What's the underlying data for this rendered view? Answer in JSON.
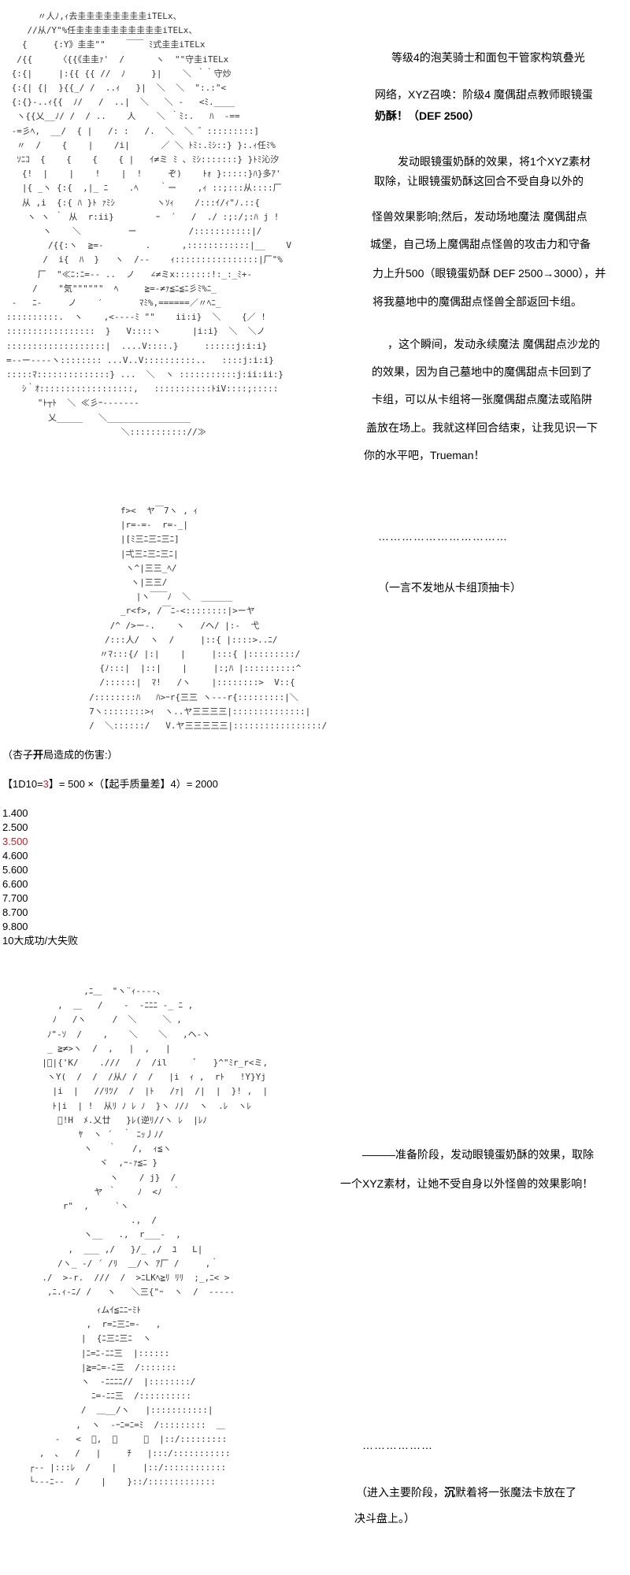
{
  "panel1": {
    "dialogue": [
      "等级4的泡芙骑士和面包干管家构筑叠光",
      "网络，XYZ召唤：阶级4 魔偶甜点教师眼镜蛋",
      "奶酥！（DEF 2500）",
      "发动眼镜蛋奶酥的效果，将1个XYZ素材",
      "取除，让眼镜蛋奶酥这回合不受自身以外的",
      "怪兽效果影响;然后，发动场地魔法 魔偶甜点",
      "城堡，自己场上魔偶甜点怪兽的攻击力和守备",
      "力上升500（眼镜蛋奶酥 DEF 2500→3000），并",
      "将我墓地中的魔偶甜点怪兽全部返回卡组。",
      "，这个瞬间，发动永续魔法 魔偶甜点沙龙的",
      "的效果，因为自己墓地中的魔偶甜点卡回到了",
      "卡组，可以从卡组将一张魔偶甜点魔法或陷阱",
      "盖放在场上。我就这样回合结束，让我见识一下",
      "你的水平吧，Trueman！"
    ],
    "art": [
      "      〃人ﾉ,ｨ去圭圭圭圭圭圭圭圭iTELx、",
      "    //从/Y\"%任圭圭圭圭圭圭圭圭圭圭iTELx、",
      "   {     {:Y》圭圭\"\"    ￣￣ ﾐ式圭圭iTELx",
      "  /{{     〈{{《圭圭ｧ'  /      ヽ  \"\"守圭iTELx",
      " {:{|     |:{{ {{ //  ﾉ     }|    ＼ ｀｀守炒",
      " {:{| {|  }{{_/ /  ..ｨ   }|  ＼  ＼  \":.:\"<",
      " {:{}-..ｨ{{  ﾉ/   /  ..|  ＼   ＼ ‐   <ﾐ.____",
      "  ヽ{{乂__ﾉ/ /  / ..    人    ＼ ｀ﾐ:.   ﾊ  -==",
      " -=彡ﾍ,  __/  { |   /: :   /.  ＼  ＼ ゛:::::::::]",
      "  〃  /    {    |    /i|      ／ ＼ ﾄﾐ:.ﾐｼ::} }:.ｨ任ﾐ%",
      "  ｿﾆｺ  {    {    {    { |   ｲ≠ミ ﾐ ､ ﾐｼ:::::::} }ﾄﾐ沁汐",
      "   {!  |    |    !    |  !     ぞ)    ﾄｫ }:::::}ﾊ}多ｱ'",
      "   |{ _ヽ {:{  ,|_ ﾆ    .ﾍ    ｀ー    ,ｨ ::;:::从::::厂",
      "   从 ,i  {:{ ﾊ }ﾄ ｧﾐｼ        ヽｿｨ    /:::ｲ/ｨ\"ﾉ.::{",
      "    ヽ ヽ ｀ 从  r:ii}        ｰ  ´   /  ./ :;:/;:ﾊ j !",
      "       ヽ    ＼         ー          /:::::::::::|/",
      "        /{{:ヽ  ≧=-        .      ,::::::::::::|__    V",
      "       /  i{  ﾊ  }   ヽ  /‐‐    ｨ::::::::::::::::|厂\"%",
      "      厂  \"≪ﾆ:ﾆ=‐- ..  ノ   ∠≠ミx:::::::!:_:_ﾐ+-",
      "     /    \"気\"\"\"\"\"\"  ﾍ     ≧=-≠ｧ≦ﾆ≦ﾆ彡ﾐ%ﾆ_",
      " -   ﾆ-     ノ    ′       ﾏﾐ%,======／〃ﾍﾆ_",
      "::::::::::.  ヽ    ,<----ﾐ \"\"    ii:i}  ＼    {／ !",
      ":::::::::::::::::  }   V::::ヽ      |i:i}  ＼  ＼ノ",
      ":::::::::::::::::::|  ....V::::.}     ::::::j:i:i}",
      "=--ー----ヽ:::::::: ...V..V::::::::::..   ::::j:i:i}",
      ":::::ﾏ::::::::::::::} ...  ＼  ヽ :::::::::::j:ii:ii:}",
      "   ｼ｀ｵ::::::::::::::::::,   :::::::::::ﾄiV::::;:::::",
      "      \"ﾄ┬ﾄ  ＼ ≪彡ｰ-------",
      "        乂_____   ＼________________",
      "                      ＼::::::::::://≫"
    ]
  },
  "panel2": {
    "ellipsis": "……………………………",
    "caption": "（一言不发地从卡组顶抽卡）",
    "art": [
      "           f><  ヤ￣7ヽ , ｨ",
      "           |r=-=-  r=-_|",
      "           |[ﾐ三ﾆ三ﾆ三ﾆ]",
      "           |弌三ﾆ三ﾆ三ﾆ|",
      "            ヽ^|三三_ﾍ/",
      "             ヽ|三三/",
      "              |ヽ￣￣ﾉ  ＼  ______",
      "           _r<f>, /￣ﾆ-<::::::::|>ーヤ",
      "         /^ />ー-.    ヽ   /ヘ/ |:-  弋",
      "        /:::人/  ヽ  /     |::{ |::::>..ﾆ/",
      "       〃ﾏ:::{/ |:|    |     |:::{ |:::::::::/",
      "       {ﾉ:::|  |::|    |     |:;ﾊ |::::::::::^",
      "       /::::::|  ﾏ!   /ヽ    |::::::::>  V::{",
      "     /::::::::ﾊ   ﾊ>ｰr{三三 ヽ---r{:::::::::|＼",
      "     7ヽ::::::::>ｨ  ヽ..ヤ三三三三|::::::::::::::|",
      "     /  ＼::::::/   V.ヤ三三三三三|:::::::::::::::::/"
    ]
  },
  "roll": {
    "title_pre": "（杏子",
    "title_bold": "开",
    "title_post": "局造成的伤害:）",
    "formula_pre": "【1D10=",
    "result": "3",
    "formula_post": "】= 500 ×（【起手质量差】4）= 2000",
    "table": [
      "1.400",
      "2.500",
      "3.500",
      "4.600",
      "5.600",
      "6.600",
      "7.700",
      "8.700",
      "9.800",
      "10大成功/大失败"
    ],
    "highlight_color": "#d0202a"
  },
  "panel3": {
    "dialogue": [
      "———准备阶段，发动眼镜蛋奶酥的效果，取除",
      "一个XYZ素材，让她不受自身以外怪兽的效果影响！"
    ],
    "art": [
      "          ,ﾆ＿  \"ヽ¨ｨ----、",
      "     ,  ＿   /    -  -ﾆﾆﾆ -_ ﾆ ,",
      "    ﾉ   /ヽ     /  ＼     ＼ ,",
      "   ﾉ\"-ｿ  /    ,    ＼    ＼   ,ヘ-ヽ",
      "   _ ≧≠>ヽ  /  ,   |  ,   |",
      "  |ﾞ|{'K/    .///   /  /il     ﾞ   }^\"ﾐr_r<ミ,",
      "   ヽY(  /  /  /从/ /  /   |i  ｨ ,  rﾄ   !Y}Yj",
      "    |i  |   //ﾘﾂ/  /  |ﾄ   /ｧ|  /|  |  }! ,  |",
      "    ﾄ|i  | !  从ﾘ ﾉ ﾚ ﾉ  }ヽ ﾉ/ﾉ  ヽ  .ﾚ  ヽﾚ",
      "     ﾞ!H  ﾒ.乂廿   }ﾚ(逆ﾘ//ヽ ﾚ  |ﾚﾉ",
      "         ﾔ  ヽ ´  ｀ ﾆｯ丿ﾉ/",
      "          ヽ   ｀   /,  ｨ≦ヽ",
      "             ヾ  ,ｰ-ｧ≦ﾆ }",
      "               ヽ    / j}  /",
      "            ヤ ｀    ﾉ  <ﾉ  ｀",
      "      r\"  ,     `ヽ",
      "                   .,  /",
      "          ヽ__   .,  r___-  ,",
      "       ,  ___ ,/   }/_ ,/  ﾕ   L|",
      "     /ヽ_ -/ ´ /ﾘ  ＿/ヽ ｱ厂 /     ,｀",
      "  ./  >-r.  ///  /  >ﾆLKﾍ≧ﾘ ﾘﾘ  ;_,ﾆ< >",
      "   ,ﾆ.ｨ-ﾆ/ /   ヽ   ＼三{\"ｰ  ヽ  /  -----"
    ]
  },
  "panel4": {
    "ellipsis": "………………",
    "caption_line1": "（进入主要阶段，",
    "caption_bold": "沉",
    "caption_line1_rest": "默着将一张魔法卡放在了",
    "caption_line2": "决斗盘上。）",
    "art": [
      "              ｨムｲ≦ﾆﾆｰﾐﾄ",
      "            ,  r=ﾆ三ﾆ=-   ,",
      "           |  {ﾆ三ﾆ三ﾆ  ヽ",
      "           |ﾆ=ﾆ-ﾆﾆ三  |::::::",
      "           |≧=ﾆ=-ﾆ三  /:::::::",
      "           ヽ  -ﾆﾆﾆﾆ//  |::::::::/",
      "             ﾆ=-ﾆﾆ三  /::::::::::",
      "           /  ＿__/ヽ   |:::::::::::|",
      "          ,  ヽ  -ｰﾆ=ﾆ=ﾐ  /:::::::::  ＿",
      "      -   <  ﾞ,  ＿     ﾞ  |::/::::::::: ",
      "   ,  ､   /   |     ﾁ   |:::/::::::::::: ",
      " ┌-- |:::ﾚ  /    |     |::/::::::::::::",
      " └---ﾆ--  /    |    }::/:::::::::::::"
    ]
  }
}
